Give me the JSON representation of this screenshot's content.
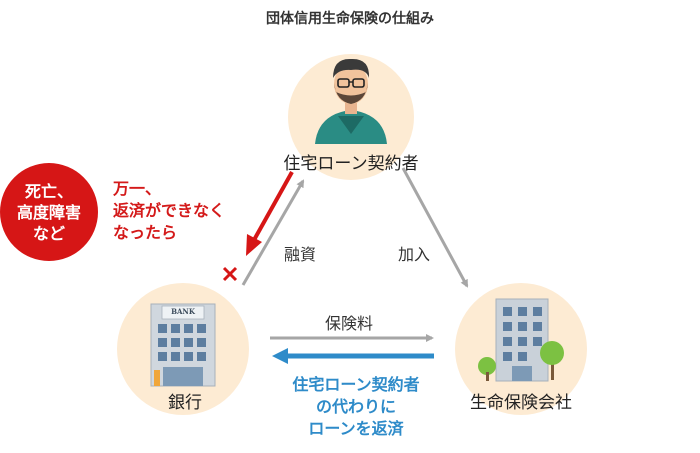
{
  "title": "団体信用生命保険の仕組み",
  "nodes": {
    "borrower": "住宅ローン契約者",
    "bank": "銀行",
    "insurer": "生命保険会社",
    "bank_sign": "BANK"
  },
  "edges": {
    "loan": "融資",
    "join": "加入",
    "premium": "保険料"
  },
  "event_badge": [
    "死亡、",
    "高度障害",
    "など"
  ],
  "event_caption": [
    "万一、",
    "返済ができなく",
    "なったら"
  ],
  "repay_caption": [
    "住宅ローン契約者",
    "の代わりに",
    "ローンを返済"
  ],
  "colors": {
    "circle_fill": "#fdebd3",
    "red": "#d61616",
    "blue": "#2e8bc9",
    "gray_arrow": "#a6a6a6"
  }
}
